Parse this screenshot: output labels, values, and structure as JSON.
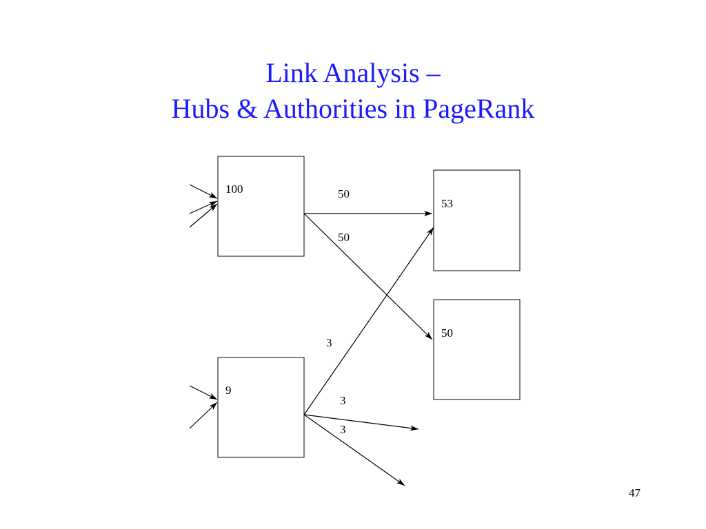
{
  "slide": {
    "title_line1": "Link Analysis –",
    "title_line2": "Hubs & Authorities in PageRank",
    "title_color": "#1a1aff",
    "page_number": "47"
  },
  "diagram": {
    "nodes": [
      {
        "id": "hub-a",
        "label": "100"
      },
      {
        "id": "hub-b",
        "label": "9"
      },
      {
        "id": "auth-a",
        "label": "53"
      },
      {
        "id": "auth-b",
        "label": "50"
      }
    ],
    "edge_labels": {
      "a_to_auth_a": "50",
      "a_to_auth_b": "50",
      "b_to_auth_a": "3",
      "b_to_out1": "3",
      "b_to_out2": "3"
    },
    "line_color": "#000000"
  }
}
